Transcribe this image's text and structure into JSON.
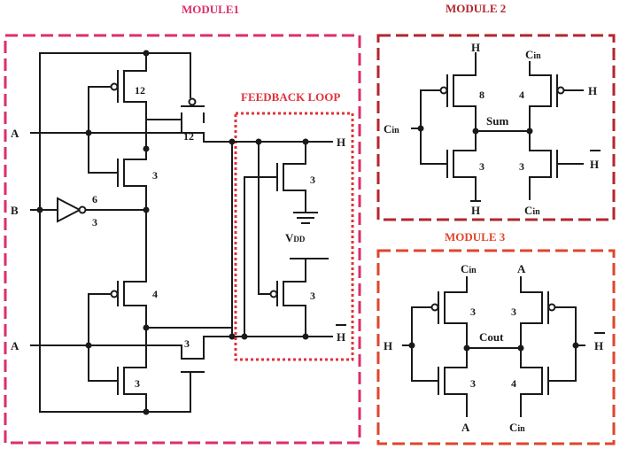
{
  "colors": {
    "module1": "#dc2e6a",
    "module2": "#b3262e",
    "module3": "#e0452c",
    "feedback": "#e0323c",
    "wire": "#1a1a1a"
  },
  "module1": {
    "title": "MODULE1",
    "inputs": {
      "a_top": "A",
      "b": "B",
      "a_bottom": "A"
    },
    "sizes": {
      "p_top": "12",
      "p_pass": "12",
      "n_mid": "3",
      "inv_p": "6",
      "inv_n": "3",
      "p_low": "4",
      "n_pass": "3",
      "n_bottom": "3"
    }
  },
  "feedback": {
    "title": "FEEDBACK LOOP",
    "sizes": {
      "upper": "3",
      "lower": "3"
    },
    "vdd": "V",
    "vdd_sub": "DD",
    "out_h": "H",
    "out_hbar": "H"
  },
  "module2": {
    "title": "MODULE 2",
    "labels": {
      "h_top": "H",
      "cin_top": "C",
      "cin_top_sub": "in",
      "cin_left": "C",
      "cin_left_sub": "in",
      "h_right": "H",
      "hbar_right": "H",
      "hbar_bottom": "H",
      "cin_bottom": "C",
      "cin_bottom_sub": "in",
      "sum": "Sum"
    },
    "sizes": {
      "p_left": "8",
      "p_right": "4",
      "n_left": "3",
      "n_right": "3"
    }
  },
  "module3": {
    "title": "MODULE 3",
    "labels": {
      "cin_top": "C",
      "cin_top_sub": "in",
      "a_top": "A",
      "h_left": "H",
      "hbar_right": "H",
      "a_bottom": "A",
      "cin_bottom": "C",
      "cin_bottom_sub": "in",
      "cout": "Cout"
    },
    "sizes": {
      "p_left": "3",
      "p_right": "3",
      "n_left": "3",
      "n_right": "4"
    }
  }
}
